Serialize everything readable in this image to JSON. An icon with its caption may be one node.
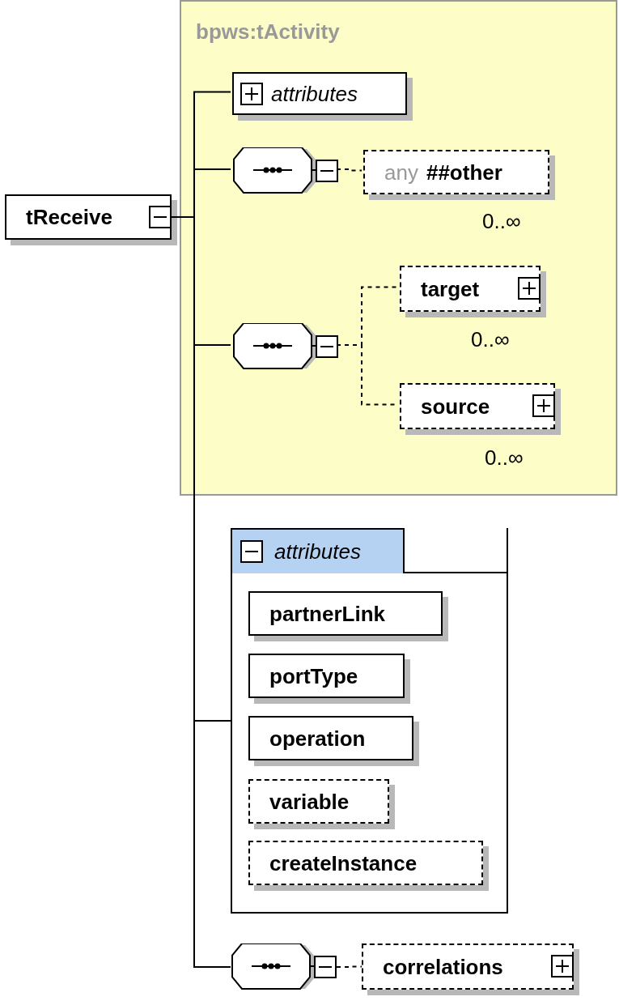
{
  "diagram": {
    "nodes": [
      {
        "text": [
          "tReceive"
        ]
      },
      {
        "text": [
          "bpws:tActivity"
        ]
      },
      {
        "text": [
          "attributes"
        ],
        "in": 1
      },
      {
        "text": [],
        "shape": "octagon",
        "in": 1
      },
      {
        "text": [
          "any",
          "##other"
        ],
        "in": 1,
        "beside": [
          "0..∞"
        ]
      },
      {
        "text": [],
        "shape": "octagon",
        "in": 1
      },
      {
        "text": [
          "target"
        ],
        "in": 1,
        "beside": [
          "0..∞"
        ]
      },
      {
        "text": [
          "source"
        ],
        "in": 1,
        "beside": [
          "0..∞"
        ]
      },
      {
        "text": [
          "attributes"
        ]
      },
      {
        "text": [
          "partnerLink"
        ],
        "in": 8
      },
      {
        "text": [
          "portType"
        ],
        "in": 8
      },
      {
        "text": [
          "operation"
        ],
        "in": 8
      },
      {
        "text": [
          "variable"
        ],
        "in": 8
      },
      {
        "text": [
          "createInstance"
        ],
        "in": 8
      },
      {
        "text": [],
        "shape": "octagon"
      },
      {
        "text": [
          "correlations"
        ]
      }
    ],
    "edges": [
      {
        "from": 0,
        "to": 2,
        "arrow": "none"
      },
      {
        "from": 0,
        "to": 3,
        "arrow": "none"
      },
      {
        "from": 0,
        "to": 5,
        "arrow": "none"
      },
      {
        "from": 0,
        "to": 8,
        "arrow": "none"
      },
      {
        "from": 0,
        "to": 14,
        "arrow": "none"
      },
      {
        "from": 3,
        "to": 4,
        "arrow": "none",
        "style": "dashed"
      },
      {
        "from": 5,
        "to": 6,
        "arrow": "none",
        "style": "dashed"
      },
      {
        "from": 5,
        "to": 7,
        "arrow": "none",
        "style": "dashed"
      },
      {
        "from": 14,
        "to": 15,
        "arrow": "none",
        "style": "dashed"
      }
    ]
  }
}
